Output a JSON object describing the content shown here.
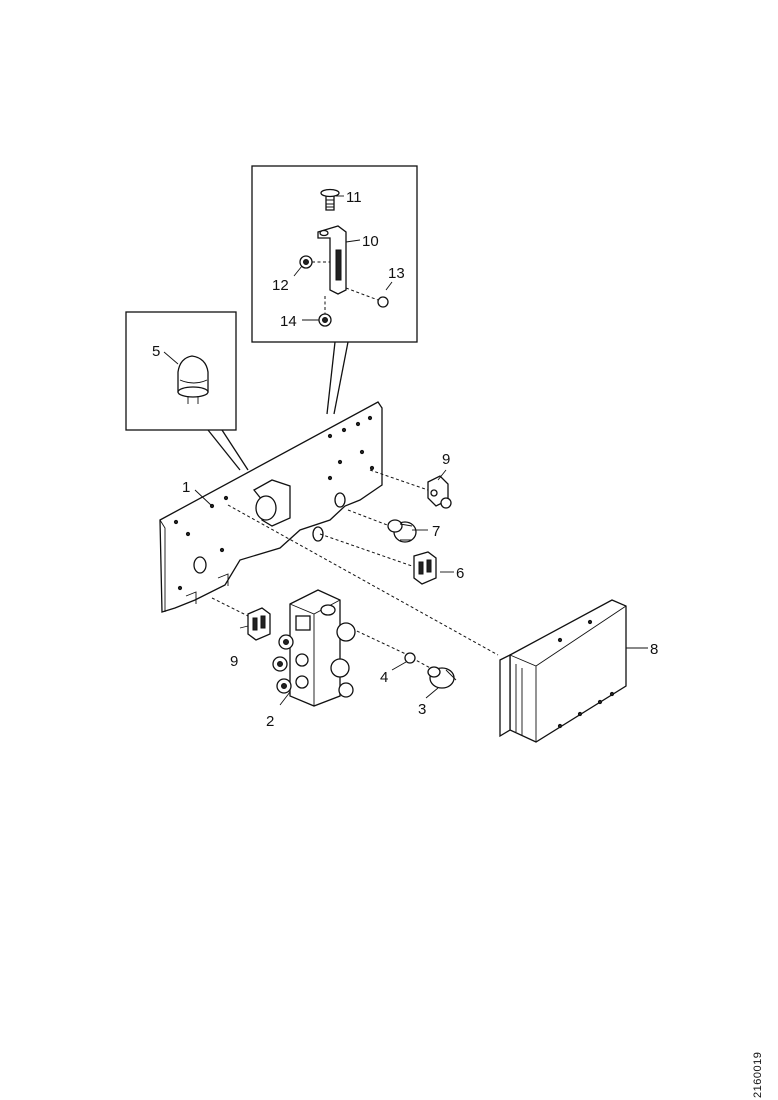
{
  "diagram": {
    "callouts": [
      "1",
      "2",
      "3",
      "4",
      "5",
      "6",
      "7",
      "8",
      "9",
      "9",
      "10",
      "11",
      "12",
      "13",
      "14"
    ],
    "figure_id": "2160019"
  }
}
